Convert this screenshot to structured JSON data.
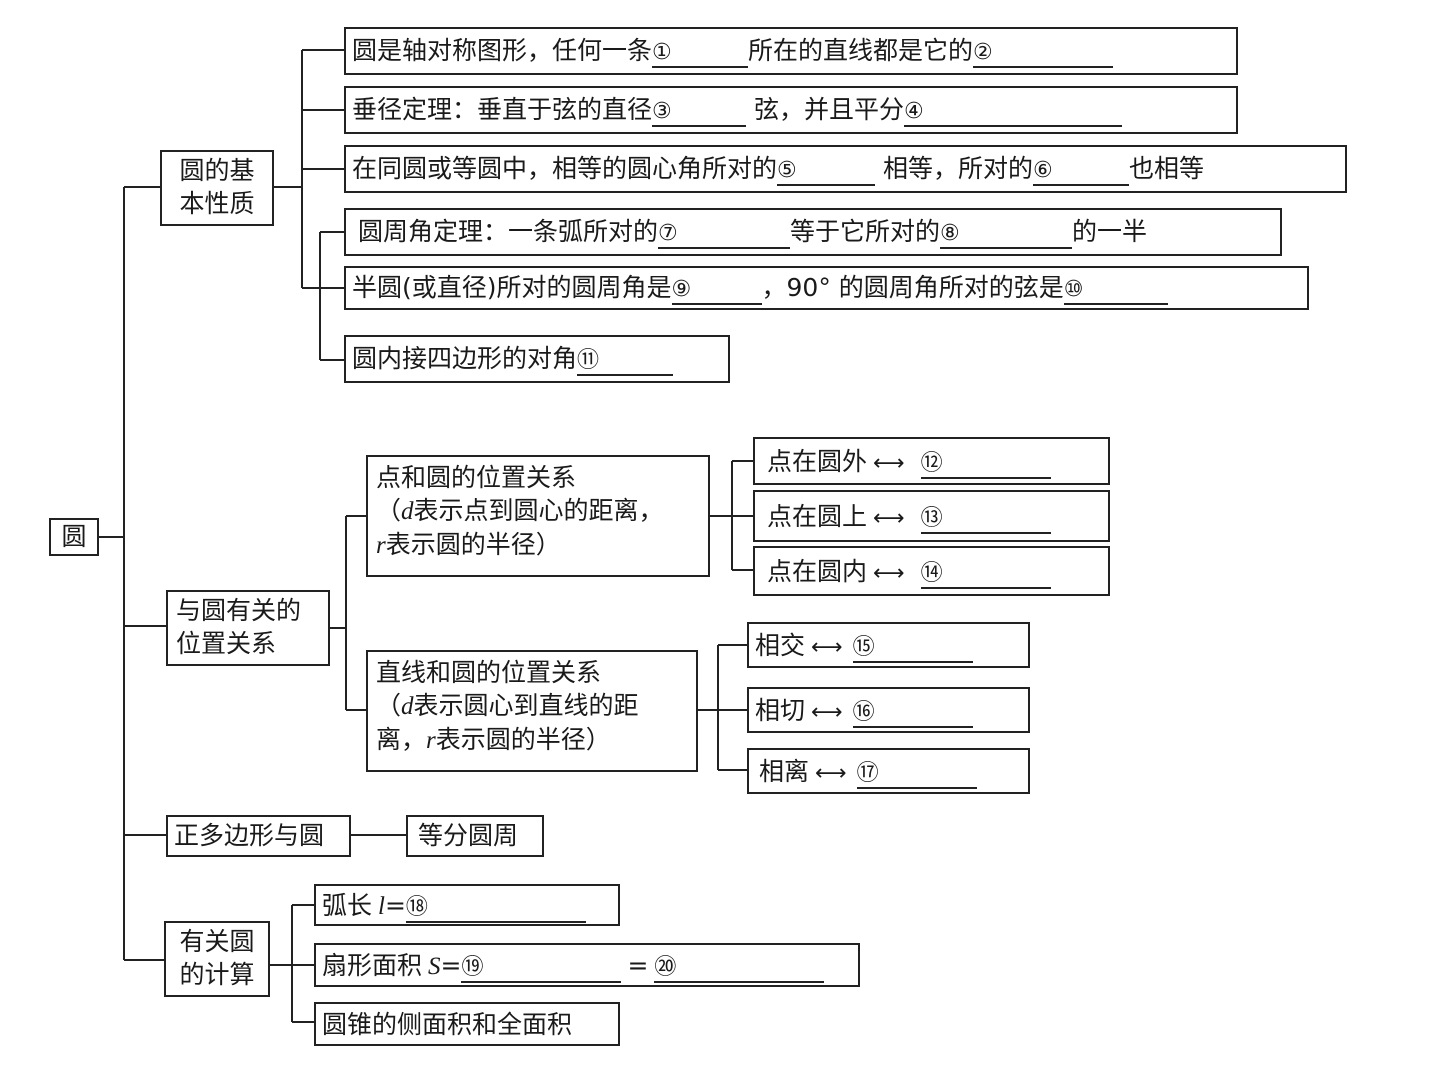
{
  "root": {
    "label": "圆"
  },
  "branches": {
    "basic": {
      "label_l1": "圆的基",
      "label_l2": "本性质",
      "items": [
        {
          "pre": "圆是轴对称图形，任何一条",
          "b1": "①",
          "mid": "所在的直线都是它的",
          "b2": "②"
        },
        {
          "pre": "垂径定理：垂直于弦的直径",
          "b1": "③",
          "mid": "弦，并且平分",
          "b2": "④"
        },
        {
          "pre": "在同圆或等圆中，相等的圆心角所对的",
          "b1": "⑤",
          "mid": "相等，所对的",
          "b2": "⑥",
          "post": "也相等"
        },
        {
          "pre": "圆周角定理：一条弧所对的",
          "b1": "⑦",
          "mid": "等于它所对的",
          "b2": "⑧",
          "post": "的一半"
        },
        {
          "pre": "半圆(或直径)所对的圆周角是",
          "b1": "⑨",
          "mid": "，90° 的圆周角所对的弦是",
          "b2": "⑩"
        },
        {
          "pre": "圆内接四边形的对角",
          "b1": "⑪"
        }
      ]
    },
    "position": {
      "label_l1": "与圆有关的",
      "label_l2": "位置关系",
      "point": {
        "l1": "点和圆的位置关系",
        "l2_pre": "（",
        "l2_var": "d",
        "l2_post": "表示点到圆心的距离，",
        "l3_var": "r",
        "l3_post": "表示圆的半径）",
        "items": [
          {
            "label": "点在圆外",
            "blank": "⑫"
          },
          {
            "label": "点在圆上",
            "blank": "⑬"
          },
          {
            "label": "点在圆内",
            "blank": "⑭"
          }
        ]
      },
      "line": {
        "l1": "直线和圆的位置关系",
        "l2_pre": "（",
        "l2_var": "d",
        "l2_post": "表示圆心到直线的距",
        "l3_pre": "离，",
        "l3_var": "r",
        "l3_post": "表示圆的半径）",
        "items": [
          {
            "label": "相交",
            "blank": "⑮"
          },
          {
            "label": "相切",
            "blank": "⑯"
          },
          {
            "label": "相离",
            "blank": "⑰"
          }
        ]
      },
      "arrow_symbol": "⟷"
    },
    "polygon": {
      "label": "正多边形与圆",
      "child": "等分圆周"
    },
    "calc": {
      "label_l1": "有关圆",
      "label_l2": "的计算",
      "arc": {
        "pre": "弧长",
        "var": "l",
        "eq": "=",
        "blank": "⑱"
      },
      "sector": {
        "pre": "扇形面积",
        "var": "S",
        "eq": "=",
        "blank1": "⑲",
        "eq2": "=",
        "blank2": "⑳"
      },
      "cone": {
        "label": "圆锥的侧面积和全面积"
      }
    }
  }
}
